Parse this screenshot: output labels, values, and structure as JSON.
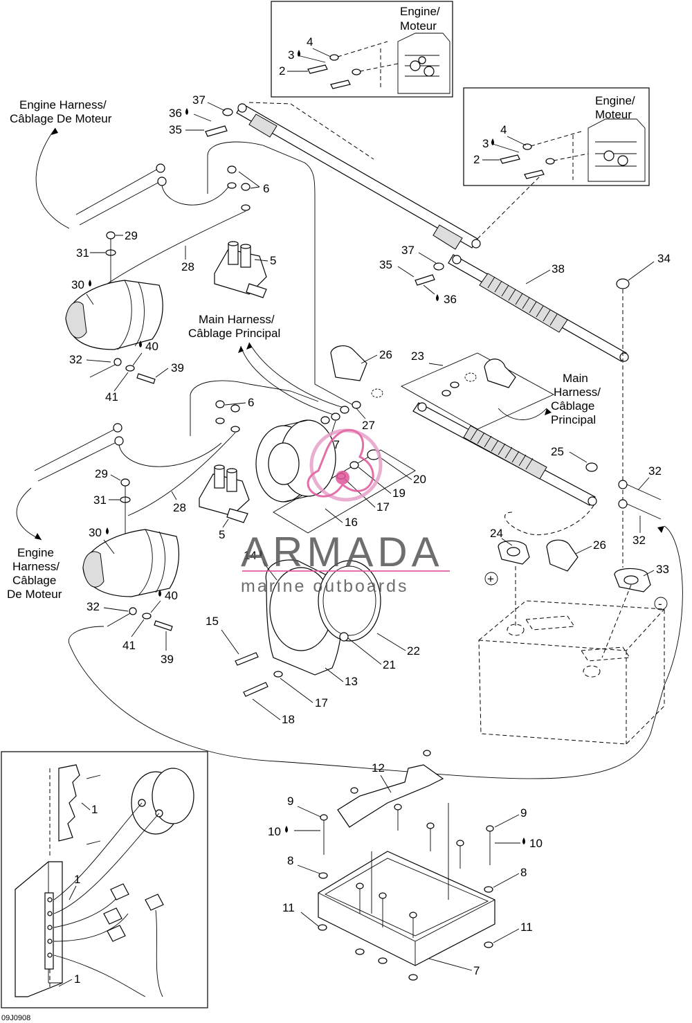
{
  "labels": {
    "engine_moteur_top": [
      "Engine/",
      "Moteur"
    ],
    "engine_moteur_right": [
      "Engine/",
      "Moteur"
    ],
    "engine_harness_top": [
      "Engine Harness/",
      "Câblage De Moteur"
    ],
    "engine_harness_bottom": [
      "Engine",
      "Harness/",
      "Câblage",
      "De Moteur"
    ],
    "main_harness_center": [
      "Main Harness/",
      "Câblage Principal"
    ],
    "main_harness_right": [
      "Main",
      "Harness/",
      "Câblage",
      "Principal"
    ],
    "plus": "+",
    "minus": "-",
    "figure_code": "09J0908"
  },
  "watermark": {
    "brand": "ARMADA",
    "tagline": "marine outboards"
  },
  "callouts": {
    "c1": "1",
    "c2": "2",
    "c3": "3",
    "c4": "4",
    "c5": "5",
    "c6": "6",
    "c7": "7",
    "c8": "8",
    "c9": "9",
    "c10": "10",
    "c11": "11",
    "c12": "12",
    "c13": "13",
    "c14": "14",
    "c15": "15",
    "c16": "16",
    "c17": "17",
    "c18": "18",
    "c19": "19",
    "c20": "20",
    "c21": "21",
    "c22": "22",
    "c23": "23",
    "c24": "24",
    "c25": "25",
    "c26": "26",
    "c27": "27",
    "c28": "28",
    "c29": "29",
    "c30": "30",
    "c31": "31",
    "c32": "32",
    "c33": "33",
    "c34": "34",
    "c35": "35",
    "c36": "36",
    "c37": "37",
    "c38": "38",
    "c39": "39",
    "c40": "40",
    "c41": "41"
  },
  "sealant_icon": "drop-icon"
}
